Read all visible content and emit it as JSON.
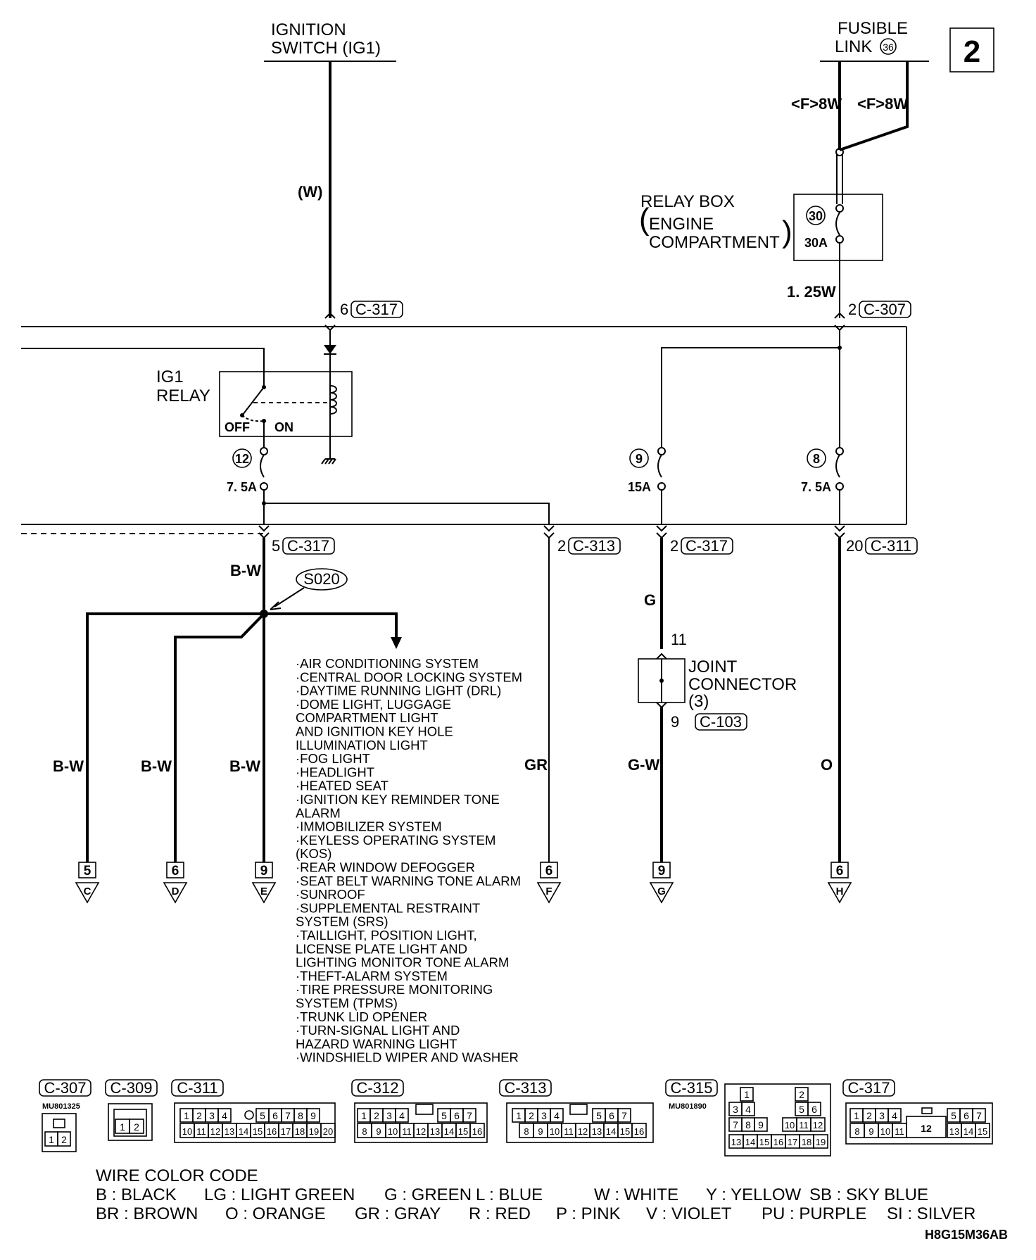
{
  "page_number": "2",
  "doc_code": "H8G15M36AB",
  "ignition_switch": {
    "line1": "IGNITION",
    "line2": "SWITCH (IG1)"
  },
  "fusible_link": {
    "line1": "FUSIBLE",
    "line2": "LINK",
    "number": "36"
  },
  "fusible_wire_left": "<F>8W",
  "fusible_wire_right": "<F>8W",
  "relay_box": {
    "line1": "RELAY BOX",
    "line2": "ENGINE",
    "line3": "COMPARTMENT",
    "fuse_no": "30",
    "fuse_rating": "30A"
  },
  "wire_w_label": "(W)",
  "wire_125w_label": "1. 25W",
  "conn_top_left": {
    "pin": "6",
    "id": "C-317"
  },
  "conn_top_right": {
    "pin": "2",
    "id": "C-307"
  },
  "ig1_relay": {
    "line1": "IG1",
    "line2": "RELAY",
    "off": "OFF",
    "on": "ON"
  },
  "fuses": [
    {
      "no": "12",
      "rating": "7. 5A"
    },
    {
      "no": "9",
      "rating": "15A"
    },
    {
      "no": "8",
      "rating": "7. 5A"
    }
  ],
  "mid_connectors": [
    {
      "pin": "5",
      "id": "C-317"
    },
    {
      "pin": "2",
      "id": "C-313"
    },
    {
      "pin": "2",
      "id": "C-317"
    },
    {
      "pin": "20",
      "id": "C-311"
    }
  ],
  "splice": "S020",
  "joint_connector": {
    "line1": "JOINT",
    "line2": "CONNECTOR",
    "line3": "(3)",
    "pin_top": "11",
    "pin_bottom": "9",
    "id": "C-103"
  },
  "wire_labels": {
    "bw_main": "B-W",
    "g": "G",
    "bw1": "B-W",
    "bw2": "B-W",
    "bw3": "B-W",
    "gr": "GR",
    "gw": "G-W",
    "o": "O"
  },
  "outputs": [
    {
      "num": "5",
      "letter": "C"
    },
    {
      "num": "6",
      "letter": "D"
    },
    {
      "num": "9",
      "letter": "E"
    },
    {
      "num": "6",
      "letter": "F"
    },
    {
      "num": "9",
      "letter": "G"
    },
    {
      "num": "6",
      "letter": "H"
    }
  ],
  "systems": [
    "·AIR CONDITIONING SYSTEM",
    "·CENTRAL DOOR LOCKING SYSTEM",
    "·DAYTIME RUNNING LIGHT (DRL)",
    "·DOME LIGHT, LUGGAGE",
    " COMPARTMENT LIGHT",
    " AND IGNITION KEY HOLE",
    " ILLUMINATION LIGHT",
    "·FOG LIGHT",
    "·HEADLIGHT",
    "·HEATED SEAT",
    "·IGNITION KEY REMINDER TONE",
    " ALARM",
    "·IMMOBILIZER SYSTEM",
    "·KEYLESS OPERATING SYSTEM",
    " (KOS)",
    "·REAR WINDOW DEFOGGER",
    "·SEAT BELT WARNING TONE ALARM",
    "·SUNROOF",
    "·SUPPLEMENTAL RESTRAINT",
    " SYSTEM (SRS)",
    "·TAILLIGHT, POSITION LIGHT,",
    " LICENSE PLATE LIGHT AND",
    " LIGHTING MONITOR TONE ALARM",
    "·THEFT-ALARM SYSTEM",
    "·TIRE PRESSURE MONITORING",
    " SYSTEM (TPMS)",
    "·TRUNK LID OPENER",
    "·TURN-SIGNAL LIGHT AND",
    " HAZARD WARNING LIGHT",
    "·WINDSHIELD WIPER AND WASHER"
  ],
  "connector_legend": {
    "c307": {
      "id": "C-307",
      "part": "MU801325",
      "pins": [
        "1",
        "2"
      ]
    },
    "c309": {
      "id": "C-309",
      "pins": [
        "1",
        "2"
      ]
    },
    "c311": {
      "id": "C-311",
      "row1": [
        "1",
        "2",
        "3",
        "4",
        "5",
        "6",
        "7",
        "8",
        "9"
      ],
      "row2": [
        "10",
        "11",
        "12",
        "13",
        "14",
        "15",
        "16",
        "17",
        "18",
        "19",
        "20"
      ]
    },
    "c312": {
      "id": "C-312",
      "row1": [
        "1",
        "2",
        "3",
        "4",
        "5",
        "6",
        "7"
      ],
      "row2": [
        "8",
        "9",
        "10",
        "11",
        "12",
        "13",
        "14",
        "15",
        "16"
      ]
    },
    "c313": {
      "id": "C-313",
      "row1": [
        "1",
        "2",
        "3",
        "4",
        "5",
        "6",
        "7"
      ],
      "row2": [
        "8",
        "9",
        "10",
        "11",
        "12",
        "13",
        "14",
        "15",
        "16"
      ]
    },
    "c315": {
      "id": "C-315",
      "part": "MU801890",
      "r1": [
        "1",
        "2"
      ],
      "r2": [
        "3",
        "4",
        "5",
        "6"
      ],
      "r3": [
        "7",
        "8",
        "9",
        "10",
        "11",
        "12"
      ],
      "r4": [
        "13",
        "14",
        "15",
        "16",
        "17",
        "18",
        "19"
      ]
    },
    "c317": {
      "id": "C-317",
      "row1": [
        "1",
        "2",
        "3",
        "4",
        "5",
        "6",
        "7"
      ],
      "row2": [
        "8",
        "9",
        "10",
        "11",
        "12",
        "13",
        "14",
        "15"
      ]
    }
  },
  "wire_color_code": {
    "title": "WIRE COLOR CODE",
    "row1": [
      "B : BLACK",
      "LG : LIGHT GREEN",
      "G : GREEN",
      "L : BLUE",
      "W : WHITE",
      "Y : YELLOW",
      "SB : SKY BLUE"
    ],
    "row2": [
      "BR : BROWN",
      "O : ORANGE",
      "GR : GRAY",
      "R : RED",
      "P : PINK",
      "V : VIOLET",
      "PU : PURPLE",
      "SI : SILVER"
    ]
  }
}
